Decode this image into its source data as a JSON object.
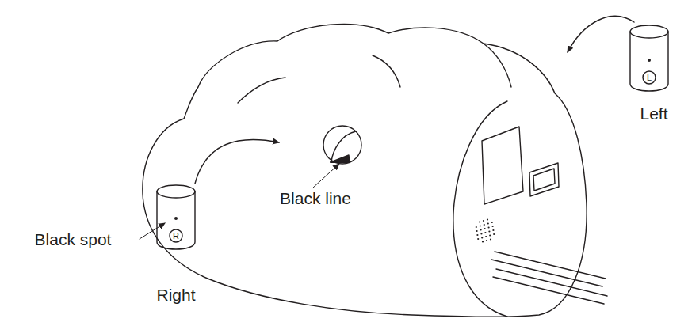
{
  "diagram": {
    "labels": [
      "Black line",
      "Black spot",
      "R",
      "Right",
      "L",
      "Left"
    ]
  }
}
